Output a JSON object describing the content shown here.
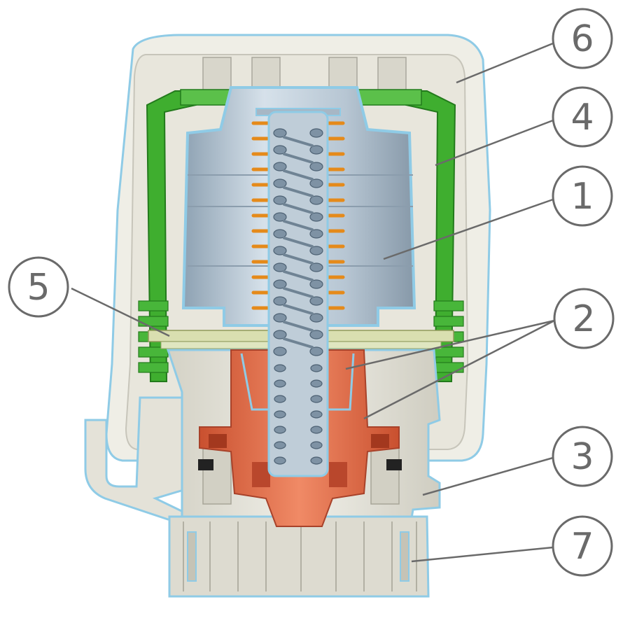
{
  "callouts": {
    "c1": "1",
    "c2": "2",
    "c3": "3",
    "c4": "4",
    "c5": "5",
    "c6": "6",
    "c7": "7"
  },
  "colors": {
    "housing": "#e4e2d8",
    "housing_shadow": "#b9b7aa",
    "outline": "#8fcbe6",
    "green": "#3fae2f",
    "green_dark": "#237a1c",
    "element": "#a9b9c6",
    "element_light": "#cfdae3",
    "spring": "#6f8394",
    "orange_spring": "#e58a1a",
    "insert": "#e8704c",
    "insert_dark": "#b9472c",
    "callout_stroke": "#6a6a6a"
  }
}
